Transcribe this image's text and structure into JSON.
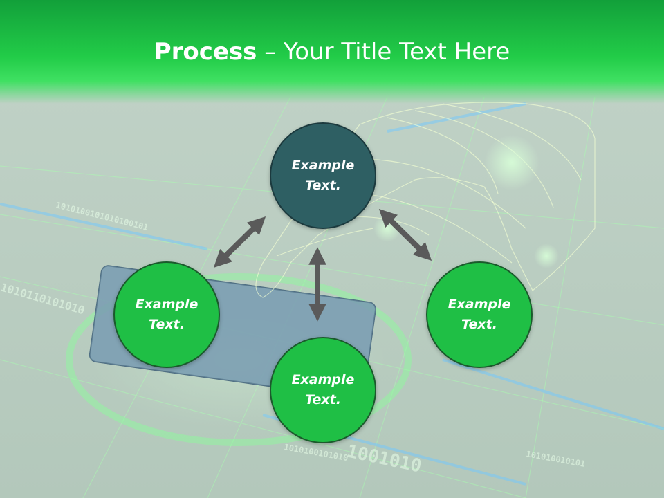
{
  "title": {
    "bold": "Process",
    "rest": " – Your Title Text Here"
  },
  "nodes": {
    "top": {
      "line1": "Example",
      "line2": "Text."
    },
    "left": {
      "line1": "Example",
      "line2": "Text."
    },
    "right": {
      "line1": "Example",
      "line2": "Text."
    },
    "bottom": {
      "line1": "Example",
      "line2": "Text."
    }
  },
  "colors": {
    "header": "#22cc48",
    "node_top": "#2e5f63",
    "node_green": "#1fbf45",
    "arrow": "#5a5a5a"
  }
}
